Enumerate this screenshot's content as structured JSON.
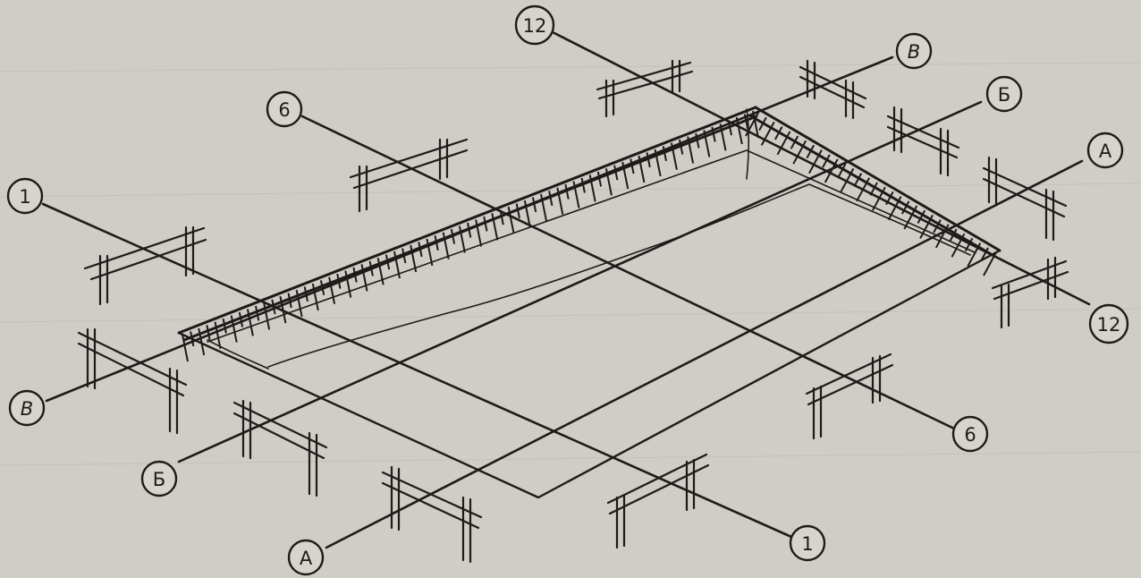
{
  "colors": {
    "paper": "#cfcdc6",
    "ink": "#1d1c1a"
  },
  "axis_labels": [
    {
      "id": "axis-1-left",
      "text": "1"
    },
    {
      "id": "axis-1-right",
      "text": "1"
    },
    {
      "id": "axis-6-left",
      "text": "6"
    },
    {
      "id": "axis-6-right",
      "text": "6"
    },
    {
      "id": "axis-12-top",
      "text": "12"
    },
    {
      "id": "axis-12-right",
      "text": "12"
    },
    {
      "id": "axis-v-left",
      "text": "В"
    },
    {
      "id": "axis-v-top",
      "text": "В"
    },
    {
      "id": "axis-b-left",
      "text": "Б"
    },
    {
      "id": "axis-b-right",
      "text": "Б"
    },
    {
      "id": "axis-a-left",
      "text": "А"
    },
    {
      "id": "axis-a-right",
      "text": "А"
    }
  ]
}
